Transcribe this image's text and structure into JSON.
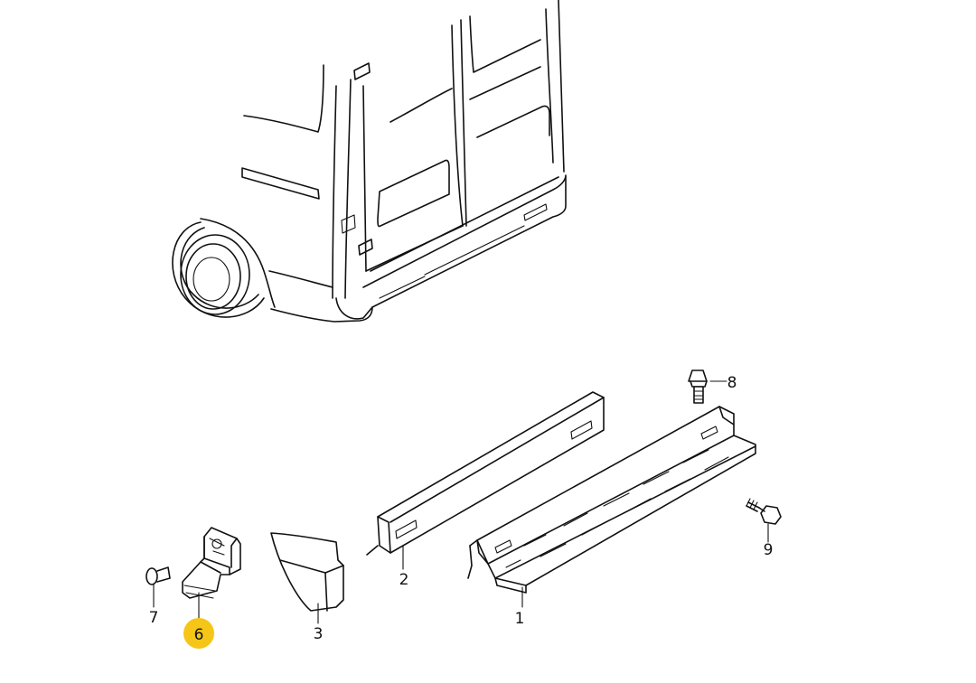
{
  "colors": {
    "line": "#111111",
    "highlight": "#f5c518",
    "background": "#ffffff"
  },
  "callouts": [
    {
      "id": "1",
      "label": "1",
      "highlighted": false
    },
    {
      "id": "2",
      "label": "2",
      "highlighted": false
    },
    {
      "id": "3",
      "label": "3",
      "highlighted": false
    },
    {
      "id": "6",
      "label": "6",
      "highlighted": true
    },
    {
      "id": "7",
      "label": "7",
      "highlighted": false
    },
    {
      "id": "8",
      "label": "8",
      "highlighted": false
    },
    {
      "id": "9",
      "label": "9",
      "highlighted": false
    }
  ]
}
